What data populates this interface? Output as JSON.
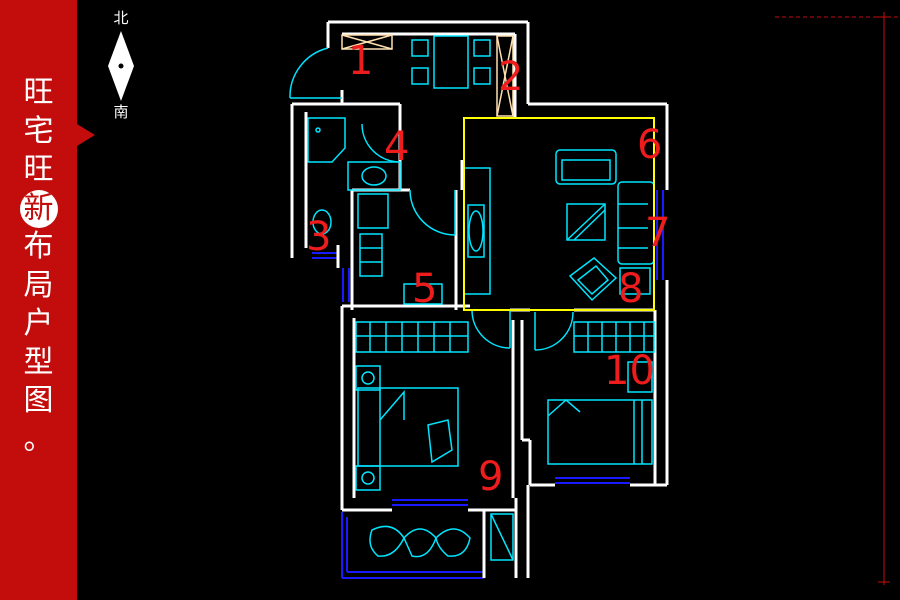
{
  "banner": {
    "chars": [
      "旺",
      "宅",
      "旺",
      "新",
      "布",
      "局",
      "户",
      "型",
      "图",
      "。"
    ],
    "highlight_index": 3
  },
  "compass": {
    "north": "北",
    "south": "南"
  },
  "room_labels": [
    "1",
    "2",
    "3",
    "4",
    "5",
    "6",
    "7",
    "8",
    "9",
    "10"
  ],
  "colors": {
    "banner": "#c30d0d",
    "wall": "#ffffff",
    "furniture": "#00e5ff",
    "window": "#1a1aff",
    "living_outline": "#ffff00",
    "room_number": "#ee1c1c",
    "corner_marks": "#c30d0d"
  }
}
